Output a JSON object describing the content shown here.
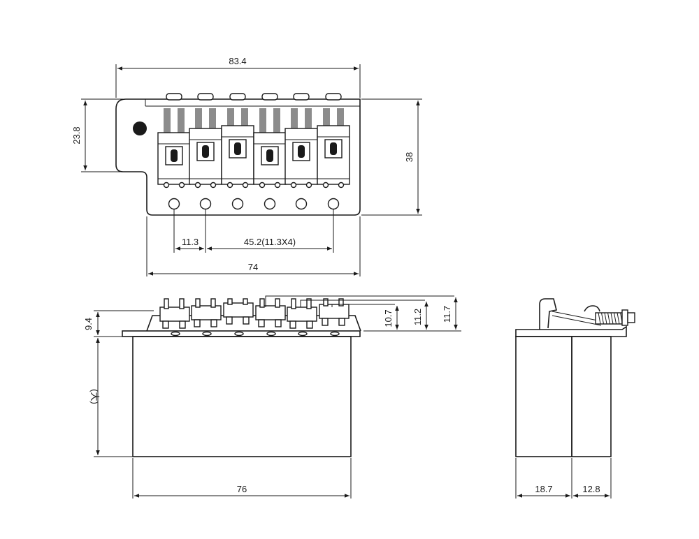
{
  "top_view": {
    "overall_width": "83.4",
    "height_front": "23.8",
    "height_total": "38",
    "string_spacing": "11.3",
    "span_spacing": "45.2(11.3X4)",
    "screw_span": "74"
  },
  "side_view": {
    "block_width": "76",
    "baseplate_thickness": "9.4",
    "block_depth": "(大)",
    "saddle_height_1": "10.7",
    "saddle_height_2": "11.2",
    "saddle_height_3": "11.7"
  },
  "end_view": {
    "block_front": "18.7",
    "block_back": "12.8"
  }
}
